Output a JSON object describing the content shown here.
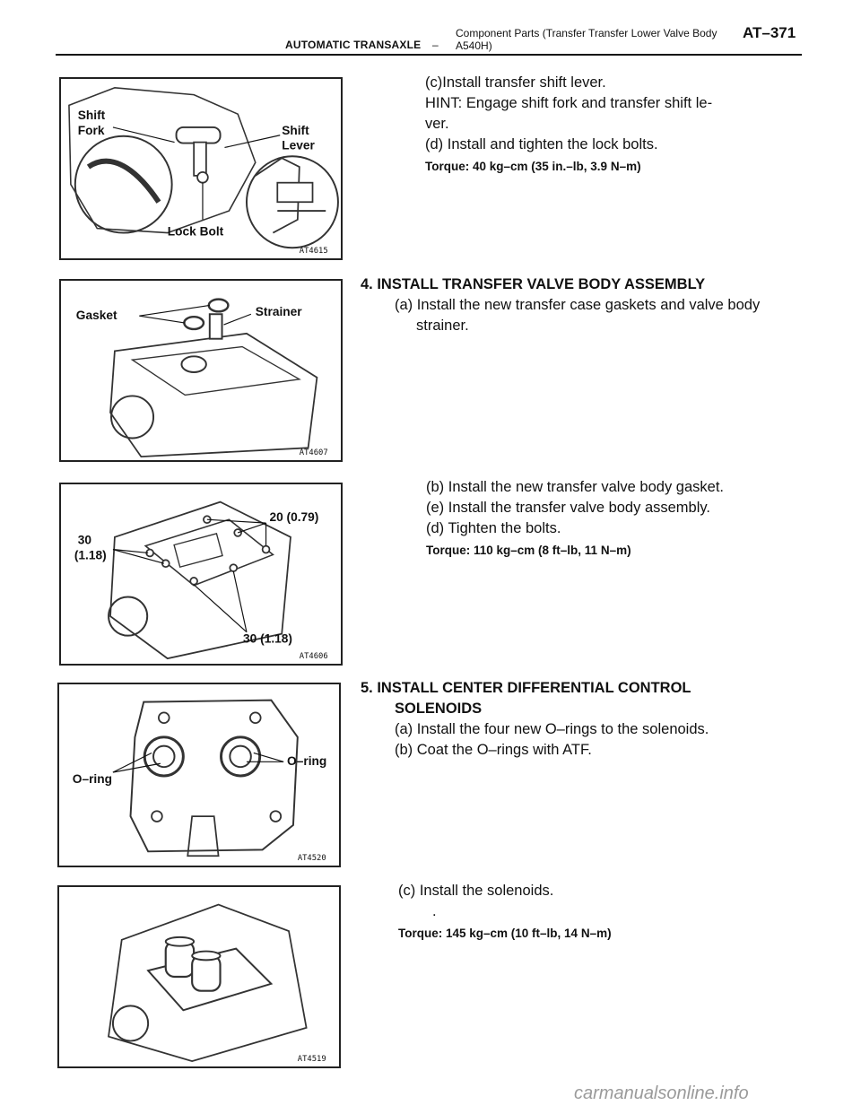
{
  "header": {
    "section": "AUTOMATIC TRANSAXLE",
    "separator": "–",
    "component_line1": "Component Parts (Transfer Transfer Lower Valve Body",
    "component_line2": "A540H)",
    "page": "AT–371"
  },
  "figures": [
    {
      "code": "AT4615",
      "callouts": [
        "Shift",
        "Fork",
        "Shift",
        "Lever",
        "Lock Bolt"
      ]
    },
    {
      "code": "AT4607",
      "callouts": [
        "Gasket",
        "Strainer"
      ]
    },
    {
      "code": "AT4606",
      "callouts": [
        "30",
        "(1.18)",
        "20 (0.79)",
        "30 (1.18)"
      ]
    },
    {
      "code": "AT4520",
      "callouts": [
        "O–ring",
        "O–ring"
      ]
    },
    {
      "code": "AT4519",
      "callouts": []
    }
  ],
  "blocks": [
    {
      "lines": [
        "(c)Install transfer shift lever.",
        "HINT: Engage shift fork and transfer shift le-",
        "ver.",
        "(d) Install and tighten the lock bolts."
      ],
      "torque": "Torque: 40 kg–cm (35 in.–lb, 3.9 N–m)"
    },
    {
      "heading": "4. INSTALL TRANSFER VALVE BODY ASSEMBLY",
      "lines": [
        "(a) Install the new transfer case gaskets and valve body",
        "strainer."
      ]
    },
    {
      "lines": [
        "(b) Install the new transfer valve body gasket.",
        "(e) Install the transfer valve body assembly.",
        "(d) Tighten the bolts."
      ],
      "torque": "Torque: 110 kg–cm (8 ft–lb, 11 N–m)"
    },
    {
      "heading": "5. INSTALL CENTER DIFFERENTIAL CONTROL",
      "heading2": "SOLENOIDS",
      "lines": [
        "(a) Install the four new O–rings to the solenoids.",
        "(b) Coat the O–rings with ATF."
      ]
    },
    {
      "lines": [
        "(c) Install the solenoids.",
        "."
      ],
      "torque": "Torque: 145 kg–cm (10 ft–lb, 14 N–m)"
    }
  ],
  "watermark": "carmanualsonline.info"
}
